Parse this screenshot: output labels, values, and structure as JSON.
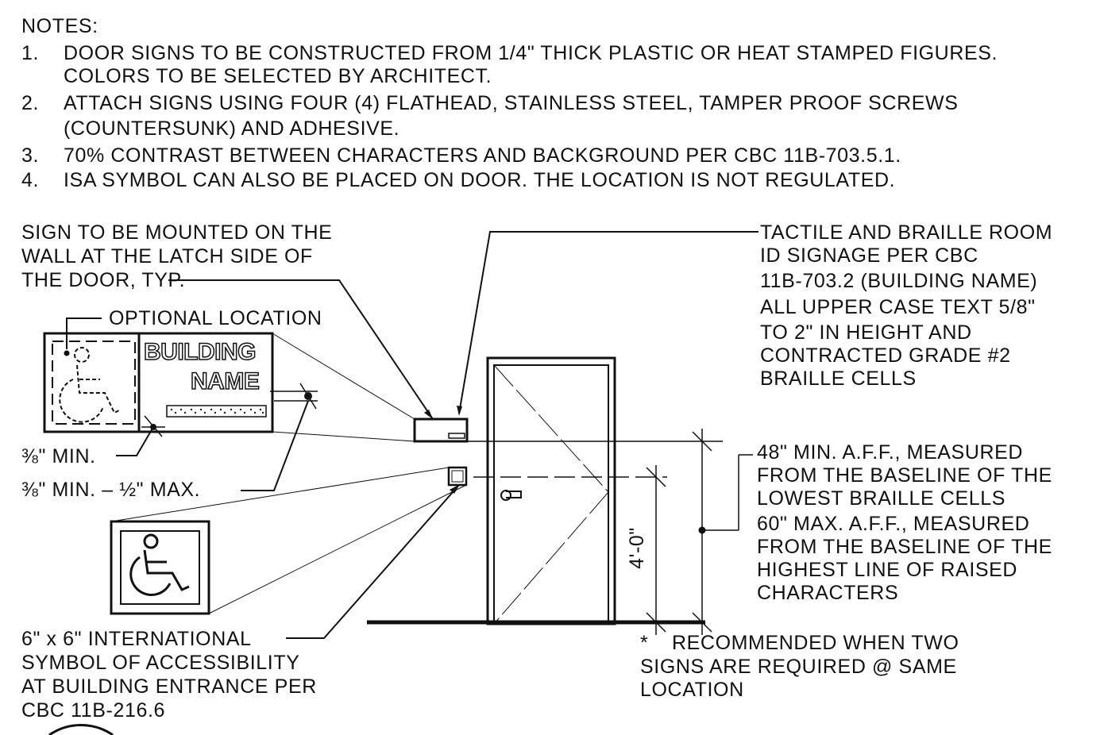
{
  "notes": {
    "heading": "NOTES:",
    "items": [
      {
        "num": "1.",
        "lines": [
          "DOOR SIGNS TO BE CONSTRUCTED FROM 1/4\" THICK PLASTIC OR HEAT STAMPED FIGURES.",
          "COLORS TO BE SELECTED BY ARCHITECT."
        ]
      },
      {
        "num": "2.",
        "lines": [
          "ATTACH SIGNS USING FOUR (4) FLATHEAD, STAINLESS STEEL, TAMPER PROOF SCREWS",
          "(COUNTERSUNK) AND ADHESIVE."
        ]
      },
      {
        "num": "3.",
        "lines": [
          "70% CONTRAST BETWEEN CHARACTERS AND BACKGROUND PER CBC 11B-703.5.1."
        ]
      },
      {
        "num": "4.",
        "lines": [
          "ISA SYMBOL CAN ALSO BE PLACED ON DOOR. THE LOCATION IS NOT REGULATED."
        ]
      }
    ]
  },
  "callouts": {
    "sign_mount": [
      "SIGN TO BE MOUNTED ON THE",
      "WALL AT THE LATCH SIDE OF",
      "THE DOOR, TYP."
    ],
    "optional_location": "OPTIONAL LOCATION",
    "min_3_8": "⅜\" MIN.",
    "min_max": "⅜\" MIN. – ½\" MAX.",
    "isa_entrance": [
      "6\" x 6\" INTERNATIONAL",
      "SYMBOL OF ACCESSIBILITY",
      "AT BUILDING ENTRANCE PER",
      "CBC 11B-216.6"
    ],
    "tactile": [
      "TACTILE AND BRAILLE ROOM",
      "ID SIGNAGE PER CBC",
      "11B-703.2 (BUILDING NAME)",
      "ALL UPPER CASE TEXT 5/8\"",
      "TO 2\" IN HEIGHT AND",
      "CONTRACTED GRADE #2",
      "BRAILLE CELLS"
    ],
    "aff": [
      "48\" MIN. A.F.F., MEASURED",
      "FROM THE BASELINE OF THE",
      "LOWEST BRAILLE CELLS",
      "60\" MAX. A.F.F., MEASURED",
      "FROM THE BASELINE OF THE",
      "HIGHEST LINE OF RAISED",
      "CHARACTERS"
    ],
    "recommended_star": "*",
    "recommended": [
      "RECOMMENDED WHEN TWO",
      "SIGNS ARE REQUIRED @ SAME",
      "LOCATION"
    ]
  },
  "sign": {
    "line1": "BUILDING",
    "line2": "NAME"
  },
  "dimension": {
    "height": "4'-0\""
  }
}
